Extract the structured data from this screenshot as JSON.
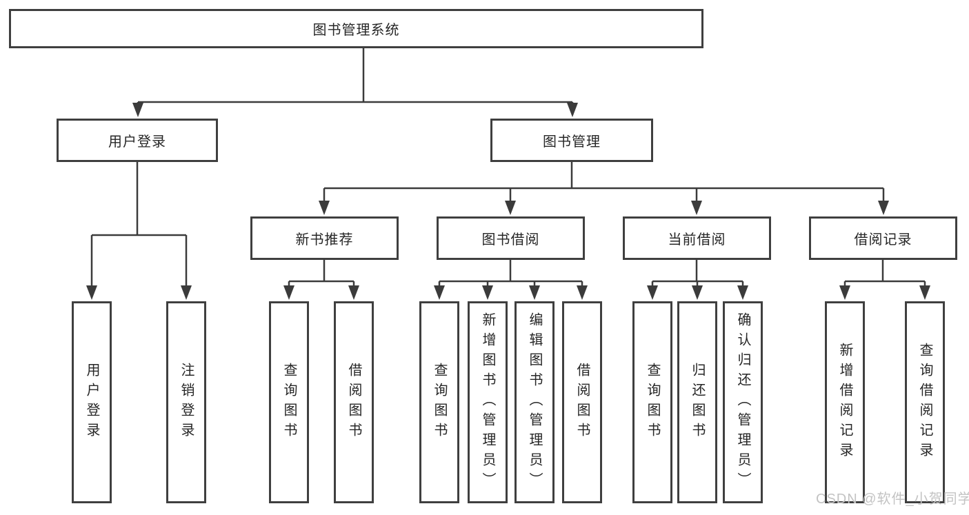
{
  "diagram": {
    "root": {
      "label": "图书管理系统"
    },
    "level2": [
      {
        "id": "user-login",
        "label": "用户登录"
      },
      {
        "id": "book-management",
        "label": "图书管理"
      }
    ],
    "level3": [
      {
        "id": "new-book-recommend",
        "parent": "book-management",
        "label": "新书推荐"
      },
      {
        "id": "book-borrow",
        "parent": "book-management",
        "label": "图书借阅"
      },
      {
        "id": "current-borrow",
        "parent": "book-management",
        "label": "当前借阅"
      },
      {
        "id": "borrow-records",
        "parent": "book-management",
        "label": "借阅记录"
      }
    ],
    "level4": [
      {
        "parent": "user-login",
        "label": "用户登录"
      },
      {
        "parent": "user-login",
        "label": "注销登录"
      },
      {
        "parent": "new-book-recommend",
        "label": "查询图书"
      },
      {
        "parent": "new-book-recommend",
        "label": "借阅图书"
      },
      {
        "parent": "book-borrow",
        "label": "查询图书"
      },
      {
        "parent": "book-borrow",
        "label": "新增图书（管理员）"
      },
      {
        "parent": "book-borrow",
        "label": "编辑图书（管理员）"
      },
      {
        "parent": "book-borrow",
        "label": "借阅图书"
      },
      {
        "parent": "current-borrow",
        "label": "查询图书"
      },
      {
        "parent": "current-borrow",
        "label": "归还图书"
      },
      {
        "parent": "current-borrow",
        "label": "确认归还（管理员）"
      },
      {
        "parent": "borrow-records",
        "label": "新增借阅记录"
      },
      {
        "parent": "borrow-records",
        "label": "查询借阅记录"
      }
    ],
    "watermark": {
      "label": "CSDN @软件_小贺同学"
    },
    "colors": {
      "line": "#3b3b3b",
      "border": "#3f3f3f",
      "text": "#262626",
      "watermark": "#c3c3c3",
      "background": "#ffffff"
    }
  }
}
